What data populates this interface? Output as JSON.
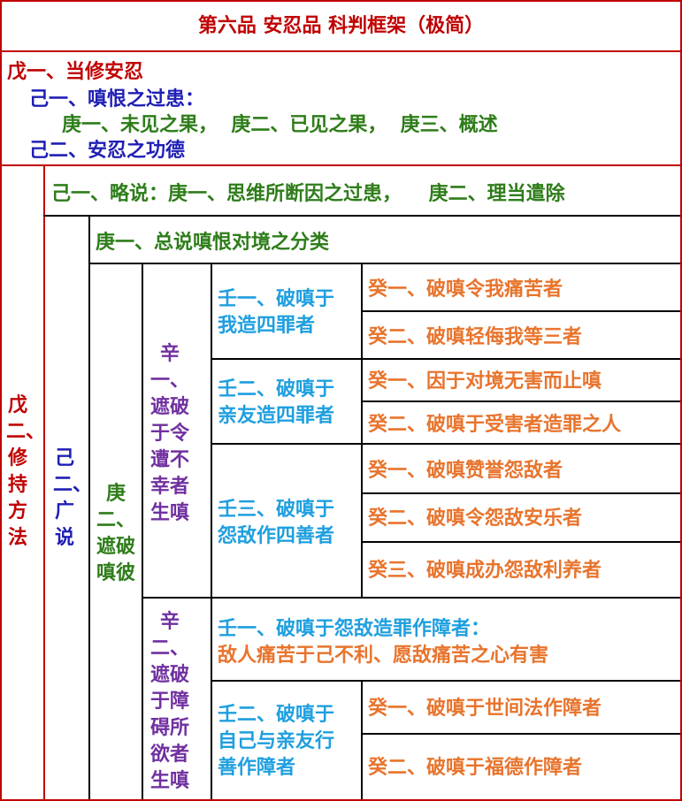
{
  "title": "第六品  安忍品  科判框架（极简）",
  "top": {
    "wu1": "戊一、当修安忍",
    "ji1": "己一、嗔恨之过患：",
    "geng_row": "庚一、未见之果，  庚二、已见之果，  庚三、概述",
    "ji2": "己二、安忍之功德"
  },
  "wu2": "戊二、修持方法",
  "ji1_lue": "己一、略说：庚一、思维所断因之过患，    庚二、理当遣除",
  "ji2_guang": "己二、广说",
  "geng1_zong": "庚一、总说嗔恨对境之分类",
  "geng2": "庚二、遮破嗔彼",
  "xin1": "辛一、遮破于令遭不幸者生嗔",
  "xin2": "辛二、遮破于障碍所欲者生嗔",
  "ren1": [
    "壬一、破嗔于",
    "我造四罪者"
  ],
  "ren2": [
    "壬二、破嗔于",
    "亲友造四罪者"
  ],
  "ren3": [
    "壬三、破嗔于",
    "怨敌作四善者"
  ],
  "ren_b1": [
    "壬一、破嗔于怨敌造罪作障者：",
    "敌人痛苦于己不利、愿敌痛苦之心有害"
  ],
  "ren_b2": [
    "壬二、破嗔于",
    "自己与亲友行",
    "善作障者"
  ],
  "gui": {
    "r1a": "癸一、破嗔令我痛苦者",
    "r1b": "癸二、破嗔轻侮我等三者",
    "r2a": "癸一、因于对境无害而止嗔",
    "r2b": "癸二、破嗔于受害者造罪之人",
    "r3a": "癸一、破嗔赞誉怨敌者",
    "r3b": "癸二、破嗔令怨敌安乐者",
    "r3c": "癸三、破嗔成办怨敌利养者",
    "rb2a": "癸一、破嗔于世间法作障者",
    "rb2b": "癸二、破嗔于福德作障者"
  }
}
